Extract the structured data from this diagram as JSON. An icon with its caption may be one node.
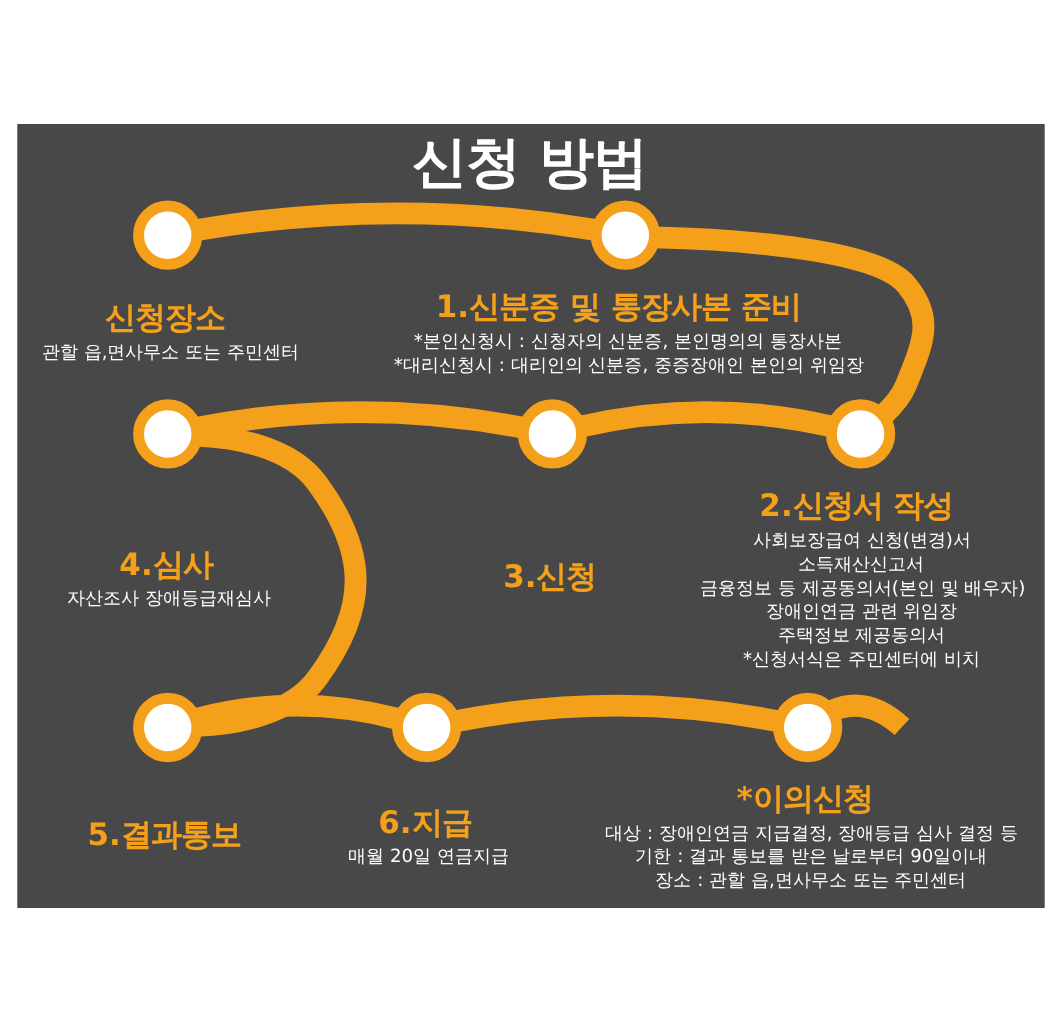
{
  "diagram": {
    "title": "신청 방법",
    "nodes": [
      {
        "text": [],
        "shape": "circle",
        "beside": [
          "신청장소",
          "관할 읍,면사무소 또는 주민센터"
        ]
      },
      {
        "text": [],
        "shape": "circle",
        "beside": [
          "1.신분증 및 통장사본 준비",
          "*본인신청시 : 신청자의 신분증, 본인명의의 통장사본",
          "*대리신청시 : 대리인의 신분증, 중증장애인 본인의 위임장"
        ]
      },
      {
        "text": [],
        "shape": "circle",
        "beside": [
          "2.신청서 작성",
          "사회보장급여 신청(변경)서",
          "소득재산신고서",
          "금융정보 등 제공동의서(본인 및 배우자)",
          "장애인연금 관련 위임장",
          "주택정보 제공동의서",
          "*신청서식은 주민센터에 비치"
        ]
      },
      {
        "text": [],
        "shape": "circle",
        "beside": [
          "3.신청"
        ]
      },
      {
        "text": [],
        "shape": "circle",
        "beside": [
          "4.심사",
          "자산조사 장애등급재심사"
        ]
      },
      {
        "text": [],
        "shape": "circle",
        "beside": [
          "5.결과통보"
        ]
      },
      {
        "text": [],
        "shape": "circle",
        "beside": [
          "6.지급",
          "매월 20일 연금지급"
        ]
      },
      {
        "text": [],
        "shape": "circle",
        "beside": [
          "*이의신청",
          "대상 : 장애인연금 지급결정, 장애등급 심사 결정 등",
          "기한 : 결과 통보를 받은 날로부터 90일이내",
          "장소 : 관할 읍,면사무소 또는 주민센터"
        ]
      }
    ],
    "edges": [
      {
        "from": 0,
        "to": 1,
        "arrow": "none"
      },
      {
        "from": 1,
        "to": 2,
        "arrow": "none"
      },
      {
        "from": 2,
        "to": 3,
        "arrow": "none"
      },
      {
        "from": 3,
        "to": 4,
        "arrow": "none"
      },
      {
        "from": 4,
        "to": 5,
        "arrow": "none"
      },
      {
        "from": 5,
        "to": 6,
        "arrow": "none"
      },
      {
        "from": 6,
        "to": 7,
        "arrow": "none"
      },
      {
        "from": 7,
        "to": null,
        "arrow": "none"
      }
    ]
  }
}
